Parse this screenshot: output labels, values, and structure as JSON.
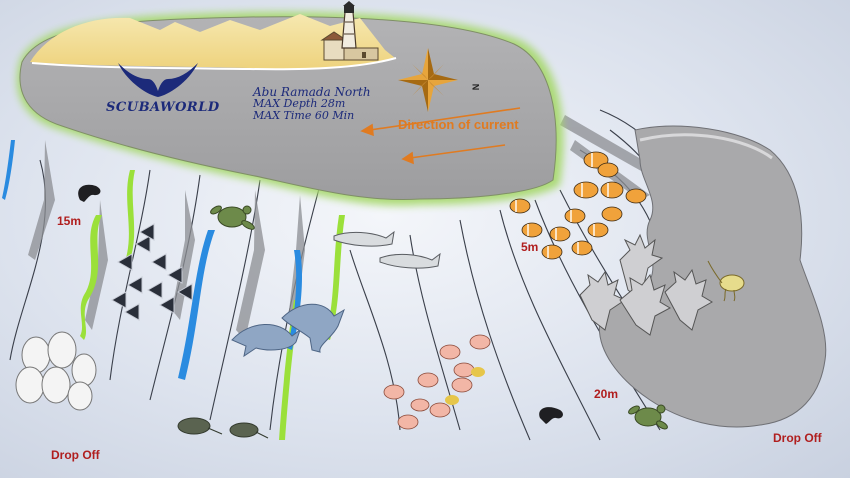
{
  "site": {
    "name": "Abu Ramada North",
    "max_depth": "MAX Depth 28m",
    "max_time": "MAX Time 60 Min"
  },
  "brand": {
    "logo_text": "SCUBAWORLD"
  },
  "current": {
    "label": "Direction of current"
  },
  "compass": {
    "north_label": "N"
  },
  "depths": [
    "15m",
    "5m",
    "20m"
  ],
  "drop_off": {
    "left": "Drop Off",
    "right": "Drop Off"
  },
  "colors": {
    "reef": "#a9a9ab",
    "reef_glow": "#a6d86a",
    "sand": "#f3e19a",
    "current_arrow": "#e07b21",
    "depth_label": "#b01e1e",
    "site_text": "#1c2a7a",
    "seaweed_green": "#9be03a",
    "seaweed_blue": "#2a8be0"
  },
  "icons": [
    "lighthouse-icon",
    "compass-icon",
    "whale-tail-logo-icon",
    "butterflyfish-icon",
    "angelfish-icon",
    "turtle-icon",
    "dolphin-icon",
    "shark-icon",
    "moray-eel-icon",
    "stingray-icon",
    "coral-icon",
    "pufferfish-icon",
    "jellyfish-icon"
  ]
}
